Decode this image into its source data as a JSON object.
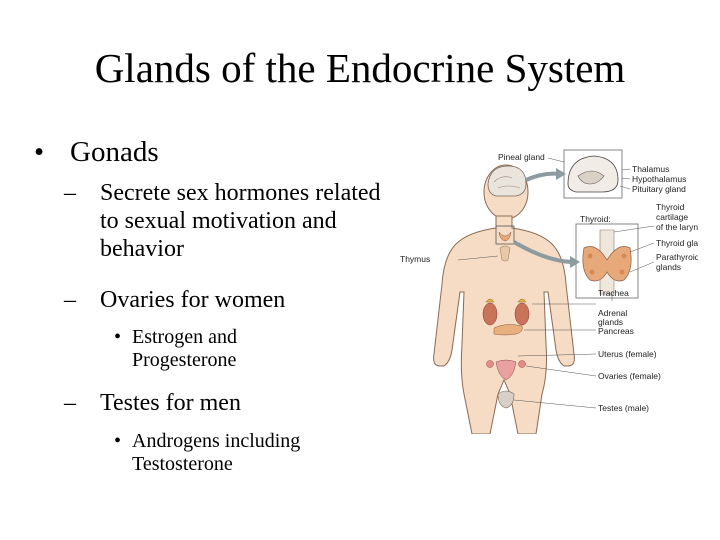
{
  "slide": {
    "title": "Glands of the Endocrine System",
    "bullets": {
      "gonads": "Gonads",
      "secrete": "Secrete sex hormones related to sexual motivation and behavior",
      "ovaries": "Ovaries for women",
      "estrogen": "Estrogen and Progesterone",
      "testes": "Testes for men",
      "androgens": "Androgens including Testosterone"
    },
    "markers": {
      "level1": "•",
      "level2": "–",
      "level3": "•"
    }
  },
  "figure": {
    "labels": {
      "pineal": "Pineal gland",
      "thalamus": "Thalamus",
      "hypothalamus": "Hypothalamus",
      "pituitary": "Pituitary gland",
      "thyroid_title": "Thyroid:",
      "thyroid_cartilage": "Thyroid cartilage of the larynx",
      "thyroid_gland": "Thyroid gland",
      "parathyroid": "Parathyroid glands",
      "thymus": "Thymus",
      "trachea": "Trachea",
      "adrenal": "Adrenal glands",
      "pancreas": "Pancreas",
      "uterus": "Uterus (female)",
      "ovaries": "Ovaries (female)",
      "testes": "Testes (male)"
    },
    "colors": {
      "skin": "#f6dcc4",
      "outline": "#8a6b55",
      "gland": "#e8a97a",
      "arrow": "#8c9ba0"
    }
  }
}
